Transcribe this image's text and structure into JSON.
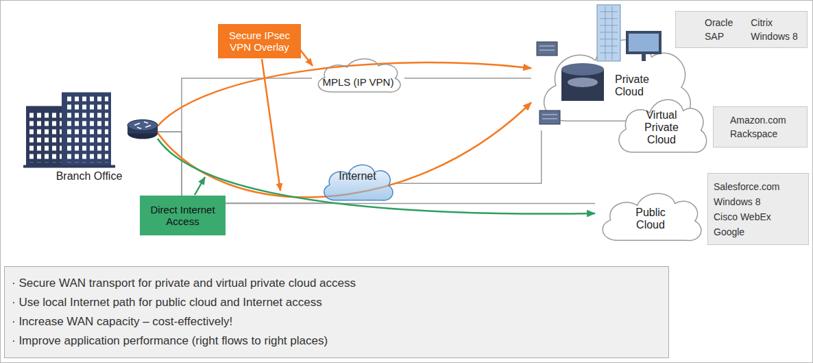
{
  "diagram": {
    "nodes": [
      {
        "text": [
          "Branch Office"
        ]
      },
      {
        "text": [
          "Secure IPsec VPN Overlay"
        ]
      },
      {
        "text": [
          "MPLS (IP VPN)"
        ]
      },
      {
        "text": [
          "Internet"
        ]
      },
      {
        "text": [
          "Direct Internet Access"
        ]
      },
      {
        "text": [
          "Private Cloud"
        ]
      },
      {
        "text": [
          "Oracle",
          "Citrix",
          "SAP",
          "Windows 8"
        ]
      },
      {
        "text": [
          "Virtual Private Cloud"
        ]
      },
      {
        "text": [
          "Amazon.com",
          "Rackspace"
        ]
      },
      {
        "text": [
          "Public Cloud"
        ]
      },
      {
        "text": [
          "Salesforce.com",
          "Windows 8",
          "Cisco WebEx",
          "Google"
        ]
      },
      {
        "text": [
          "· Secure WAN transport for private and virtual private cloud access",
          "· Use local Internet path for public cloud and Internet access",
          "· Increase WAN capacity – cost-effectively!",
          "· Improve application performance (right flows to right places)"
        ]
      }
    ],
    "edges": [
      {
        "from": 0,
        "to": 2,
        "arrow": "none"
      },
      {
        "from": 0,
        "to": 3,
        "arrow": "none"
      },
      {
        "from": 2,
        "to": 5,
        "arrow": "none"
      },
      {
        "from": 3,
        "to": 5,
        "arrow": "none"
      },
      {
        "from": 0,
        "to": 9,
        "arrow": "none"
      },
      {
        "from": 0,
        "to": 5,
        "arrow": "to"
      },
      {
        "from": 0,
        "to": 5,
        "arrow": "to"
      },
      {
        "from": 0,
        "to": 9,
        "arrow": "to"
      }
    ]
  }
}
